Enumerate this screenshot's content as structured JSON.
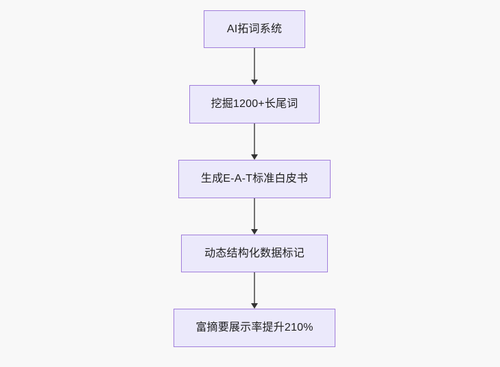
{
  "diagram": {
    "type": "flowchart",
    "orientation": "top-to-bottom",
    "background_color": "#f8f8f8",
    "node_fill_color": "#ebe9fb",
    "node_border_color": "#a07ddb",
    "node_text_color": "#1f1f1f",
    "connector_color": "#707070",
    "arrowhead_color": "#333333",
    "nodes": [
      {
        "id": "n1",
        "label": "AI拓词系统"
      },
      {
        "id": "n2",
        "label": "挖掘1200+长尾词"
      },
      {
        "id": "n3",
        "label": "生成E-A-T标准白皮书"
      },
      {
        "id": "n4",
        "label": "动态结构化数据标记"
      },
      {
        "id": "n5",
        "label": "富摘要展示率提升210%"
      }
    ],
    "connectors": [
      {
        "id": "c1",
        "from": "n1",
        "to": "n2",
        "arrow": "arrow-down-icon"
      },
      {
        "id": "c2",
        "from": "n2",
        "to": "n3",
        "arrow": "arrow-down-icon"
      },
      {
        "id": "c3",
        "from": "n3",
        "to": "n4",
        "arrow": "arrow-down-icon"
      },
      {
        "id": "c4",
        "from": "n4",
        "to": "n5",
        "arrow": "arrow-down-icon"
      }
    ]
  }
}
